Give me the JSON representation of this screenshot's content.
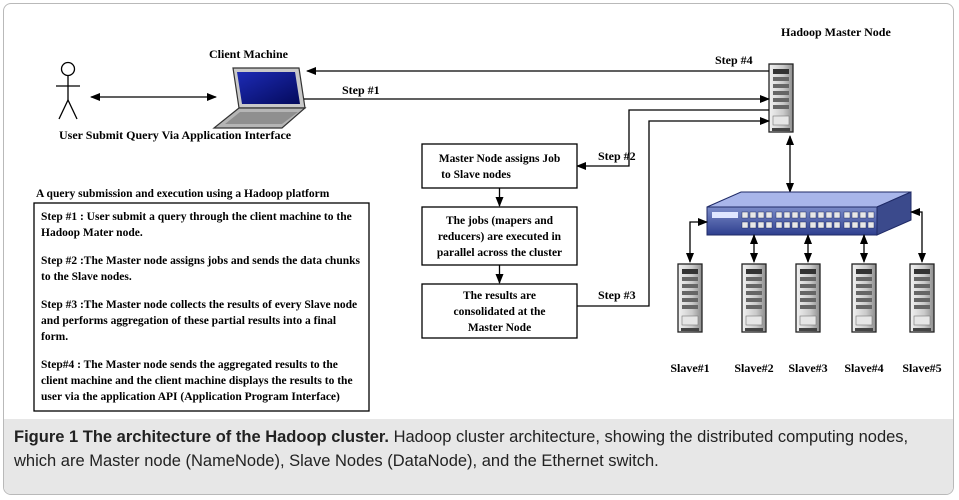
{
  "diagram": {
    "client_label": "Client Machine",
    "user_label": "User Submit Query Via Application Interface",
    "master_label": "Hadoop Master Node",
    "steps": {
      "step1": "Step #1",
      "step2": "Step #2",
      "step3": "Step #3",
      "step4": "Step #4"
    },
    "boxes": {
      "assign_line1": "Master Node assigns Job",
      "assign_line2": "to Slave nodes",
      "jobs_line1": "The jobs  (mapers and",
      "jobs_line2": "reducers) are executed in",
      "jobs_line3": "parallel across the cluster",
      "results_line1": "The results are",
      "results_line2": "consolidated at the",
      "results_line3": "Master Node"
    },
    "slaves": [
      "Slave#1",
      "Slave#2",
      "Slave#3",
      "Slave#4",
      "Slave#5"
    ]
  },
  "notes": {
    "title": "A query submission and execution using a Hadoop platform",
    "paragraphs": [
      "Step #1 : User submit a query through the client machine to the Hadoop Mater node.",
      "Step #2 :The Master node assigns jobs  and sends the data chunks to the Slave nodes.",
      "Step #3 :The Master node collects the results of every Slave node and performs aggregation of these partial results into a final form.",
      "Step#4 : The Master node sends the aggregated results to the client machine and the client machine displays the results to the user via the application API (Application Program Interface)"
    ]
  },
  "caption": {
    "title": "Figure 1 The architecture of the Hadoop cluster.",
    "text": " Hadoop cluster architecture, showing the distributed computing nodes, which are Master node (NameNode), Slave Nodes (DataNode), and the Ethernet switch."
  }
}
